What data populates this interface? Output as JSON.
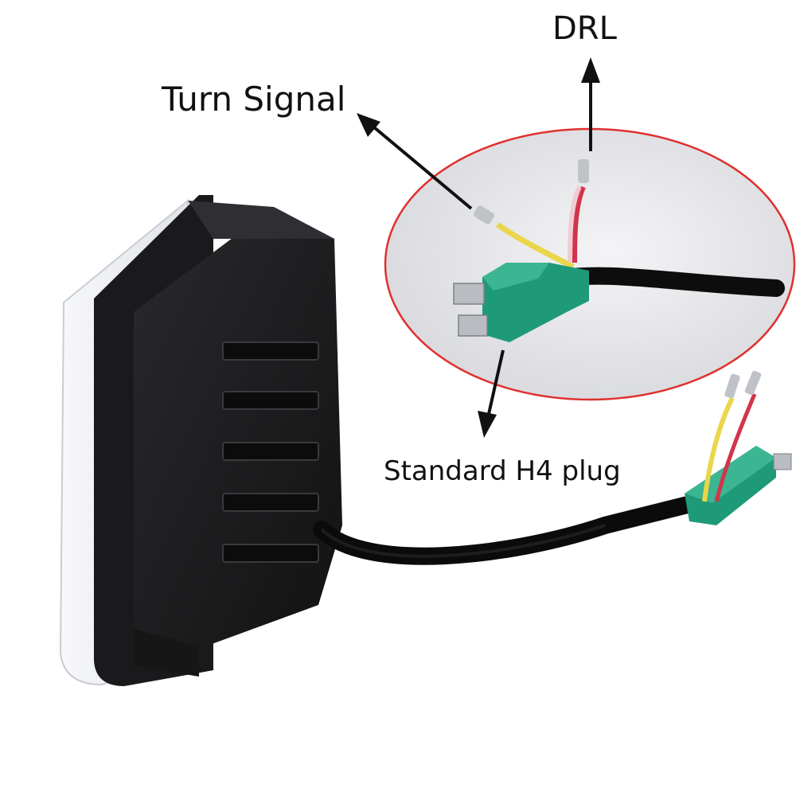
{
  "labels": {
    "drl": "DRL",
    "turn_signal": "Turn Signal",
    "h4_plug": "Standard H4 plug"
  },
  "colors": {
    "background": "#ffffff",
    "ellipse_outline": "#e0302f",
    "housing": "#1c1c1e",
    "h4_connector": "#1f9a78",
    "wire_yellow": "#e9d64a",
    "wire_red": "#d2344b",
    "arrow": "#111111"
  }
}
